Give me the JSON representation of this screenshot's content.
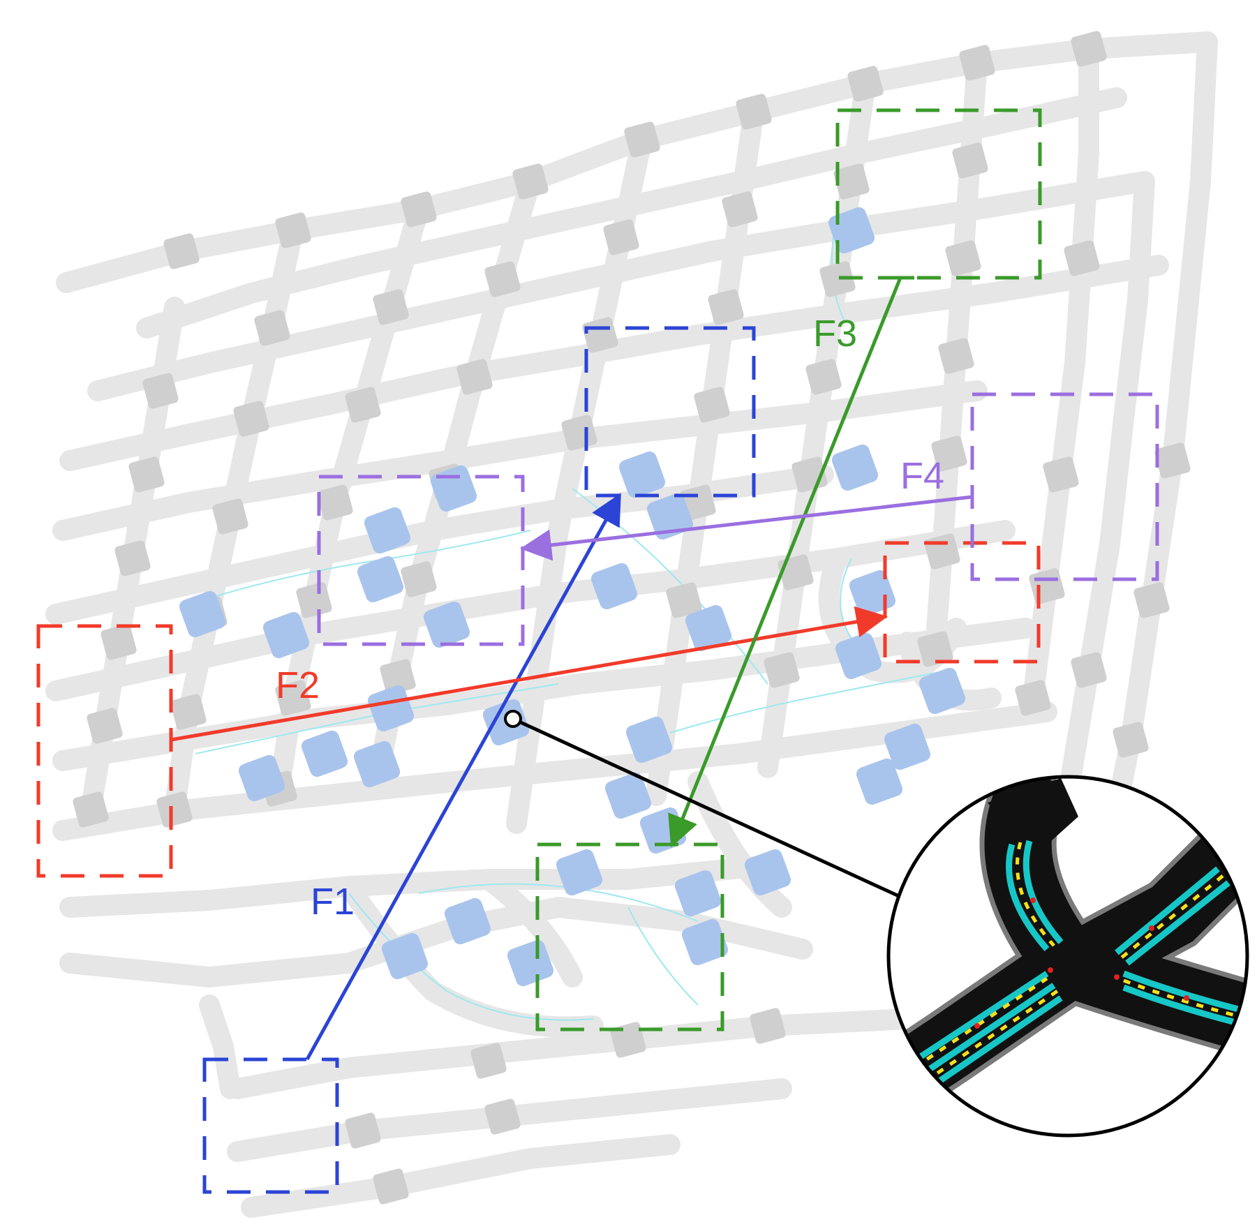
{
  "flows": [
    {
      "id": "F1",
      "label": "F1",
      "color": "#2b44d6"
    },
    {
      "id": "F2",
      "label": "F2",
      "color": "#f23a2a"
    },
    {
      "id": "F3",
      "label": "F3",
      "color": "#3a9a2a"
    },
    {
      "id": "F4",
      "label": "F4",
      "color": "#9a6fe0"
    }
  ],
  "colors": {
    "road": "#e6e6e6",
    "intersection": "#cfcfcf",
    "highlighted_intersection": "#a9c4ec",
    "lane_line": "#9ee8f0",
    "inset_road": "#111111",
    "inset_lane": "#17c7c7",
    "inset_vehicle": "#f2e11c",
    "inset_marker": "#e02020",
    "connector": "#000000"
  },
  "icons": {
    "callout": "magnifier-circle-icon"
  }
}
